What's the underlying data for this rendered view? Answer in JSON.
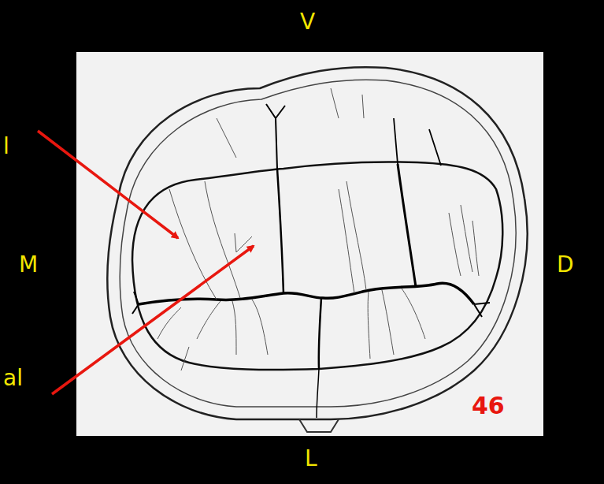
{
  "diagram": {
    "labels": [
      "V",
      "M",
      "D",
      "L",
      "46",
      "l",
      "al"
    ]
  }
}
